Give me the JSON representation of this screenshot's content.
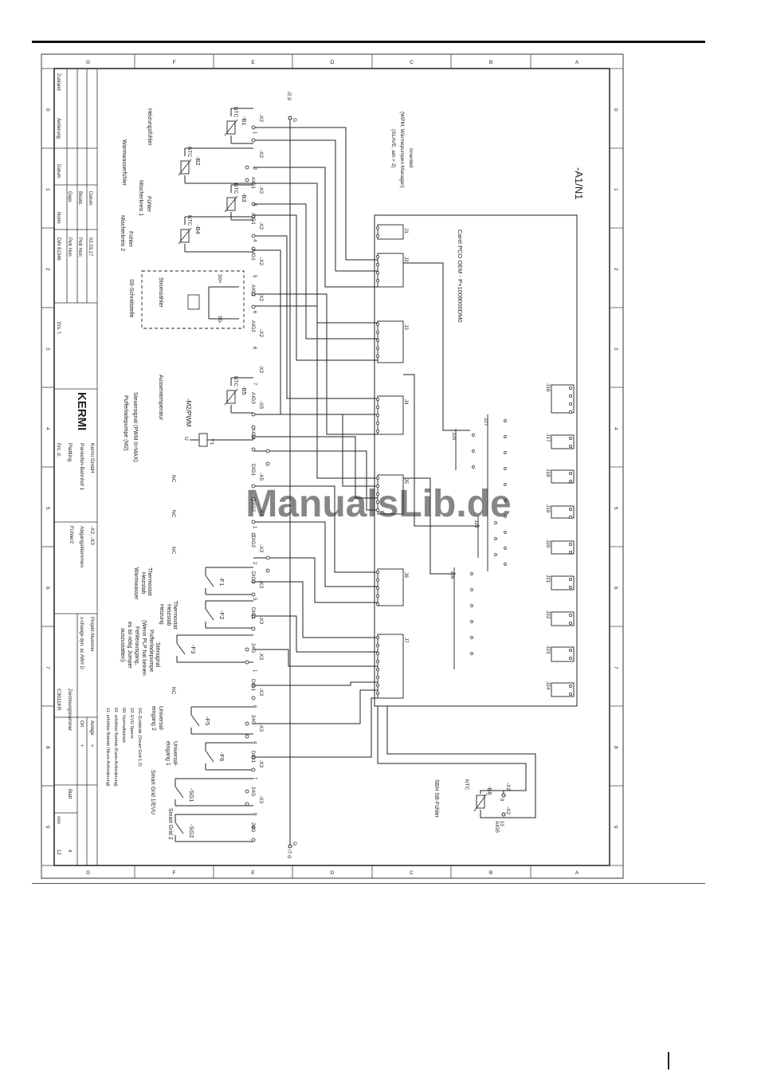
{
  "ruler_letters": [
    "A",
    "B",
    "C",
    "D",
    "E",
    "F",
    "G"
  ],
  "ruler_numbers": [
    "0",
    "1",
    "2",
    "3",
    "4",
    "5",
    "6",
    "7",
    "8",
    "9"
  ],
  "drawing": {
    "title": "-A1/N1",
    "controller": "Carel PCO OEM - P+1008000DM0",
    "housing_lines": [
      "Innenteil",
      "(WPM, Wärmepumpen Manager)",
      "(SLAVE, adr.= 2)"
    ],
    "ref_top": "/2.9",
    "ref_bottom": "/7.0",
    "ground_label": "G",
    "connectors_left": [
      "J1",
      "J2",
      "J3",
      "J4",
      "J5",
      "J6",
      "J7"
    ],
    "connectors_right": [
      "J16",
      "J17",
      "J18",
      "J19",
      "J20",
      "J21",
      "J22",
      "J23",
      "J24"
    ],
    "connectors_inner": [
      "J27",
      "J25",
      "J28",
      "J26"
    ],
    "terminals": [
      {
        "id": "-X2",
        "pin": "1",
        "sig": ""
      },
      {
        "id": "-X2",
        "pin": "2",
        "sig": "AIG1"
      },
      {
        "id": "-X2",
        "pin": "3",
        "sig": "AIG1"
      },
      {
        "id": "-X2",
        "pin": "4",
        "sig": "AIG1"
      },
      {
        "id": "-X2",
        "pin": "5",
        "sig": "AIG2"
      },
      {
        "id": "-X2",
        "pin": "6",
        "sig": "AIG2"
      },
      {
        "id": "-X2",
        "pin": "6",
        "sig": ""
      },
      {
        "id": "-X2",
        "pin": "7",
        "sig": "AIG3"
      },
      {
        "id": "-X5",
        "pin": "",
        "sig": "AIG4"
      },
      {
        "id": "",
        "pin": "",
        "sig": "DIG1"
      },
      {
        "id": "-X5",
        "pin": "",
        "sig": "DIG2"
      },
      {
        "id": "-X3",
        "pin": "1",
        "sig": "DIG2"
      },
      {
        "id": "-X3",
        "pin": "2",
        "sig": "DIG1"
      },
      {
        "id": "-X3",
        "pin": "5",
        "sig": "DIG1"
      },
      {
        "id": "-X3",
        "pin": "",
        "sig": "24G"
      },
      {
        "id": "-X3",
        "pin": "1",
        "sig": "DIG1"
      },
      {
        "id": "-X3",
        "pin": "6",
        "sig": "24G"
      },
      {
        "id": "-X3",
        "pin": "4",
        "sig": "DIG1"
      },
      {
        "id": "-X3",
        "pin": "7",
        "sig": "24G"
      },
      {
        "id": "-X3",
        "pin": "8",
        "sig": "24G"
      }
    ],
    "sensors": [
      {
        "tag": "-B1",
        "type": "NTC",
        "label": "Heizungsfühler"
      },
      {
        "tag": "-B2",
        "type": "NTC",
        "label": "Warmwasserfühler"
      },
      {
        "tag": "-B3",
        "type": "NTC",
        "label": "Fühler Mischerkreis 1"
      },
      {
        "tag": "-B4",
        "type": "NTC",
        "label": "Fühler Mischerkreis 2"
      },
      {
        "tag": "-B5",
        "type": "NTC",
        "label": "Aussentemperatur"
      },
      {
        "tag": "-B6",
        "type": "NTC",
        "label": "SBH SB-Fühler"
      }
    ],
    "s0_box": {
      "title": "Stromzähler",
      "sub": "S0-Schnittstelle",
      "plus": "S0+",
      "minus": "S0-"
    },
    "pump": {
      "tag": "-M2/PWM",
      "pin": "U",
      "coil": "Y1",
      "line1": "Steuersignal (PWM 0=MAX)",
      "line2": "Pufferladepumpe (M2)"
    },
    "contacts": [
      {
        "tag": "-F1",
        "label": "Thermostat Heizstab Warmwasser"
      },
      {
        "tag": "-F2",
        "label": "Thermostat Heizstab Heizung"
      },
      {
        "tag": "-F3",
        "label": "Störsignal Pufferladepumpe (Wenn PLP hat keinen Fehlerausgang, es ist nötig Jumper auszustatten)."
      },
      {
        "tag": "-F5",
        "label": "Universal-eingang 2"
      },
      {
        "tag": "-F6",
        "label": "Universal-eingang 1"
      },
      {
        "tag": "-SG1",
        "label": "Smart Grid 1/EVU"
      },
      {
        "tag": "-SG2",
        "label": "Smart Grid 2"
      }
    ],
    "nc_labels": [
      "NC",
      "NC",
      "NC",
      "NC"
    ],
    "sg_notes": [
      "SG-Zustände (Smart Grid 1,2)",
      "10: EVU-Sperre",
      "00: Normalbetrieb",
      "01: erhöhter Betrieb (Kann-Anforderung)",
      "11: erhöhter Betrieb (Muss-Anforderung)"
    ],
    "aig5": "AIG5",
    "b6_terminals": {
      "x2a": "-X2",
      "pin9": "9",
      "x2b": "-X2",
      "pin10": "10"
    }
  },
  "title_block": {
    "rev_headers": [
      "Zustand",
      "Änderung",
      "Datum"
    ],
    "fields": [
      "Datum",
      "Bearb.",
      "Gepr.",
      "Norm"
    ],
    "values": [
      "02.03.17",
      "Petr Hon",
      "Petr Hon",
      "DIN 81346"
    ],
    "ers_f": "Ers. f.",
    "ers_d": "Ers. d.",
    "logo": "KERMI",
    "company": [
      "Kermi GmbH",
      "Pankofen-Bahnhof 1",
      "Plattling"
    ],
    "desc": [
      "-X2, -X3",
      "Abgangsklemmen",
      "Fühler2"
    ],
    "projekt_label": "Projekt-Nummer",
    "projekt": "x-change dyn. ac AW/I D",
    "zeichnung_label": "Zeichnungsnummer",
    "zeichnung": "C3011KR",
    "anlage": "Anlage",
    "ort": "Ort",
    "plus1": "=",
    "plus2": "+",
    "blatt_label": "Blatt",
    "blatt": "4",
    "von_label": "von",
    "von": "12"
  },
  "watermark": "ManualsLib.de"
}
